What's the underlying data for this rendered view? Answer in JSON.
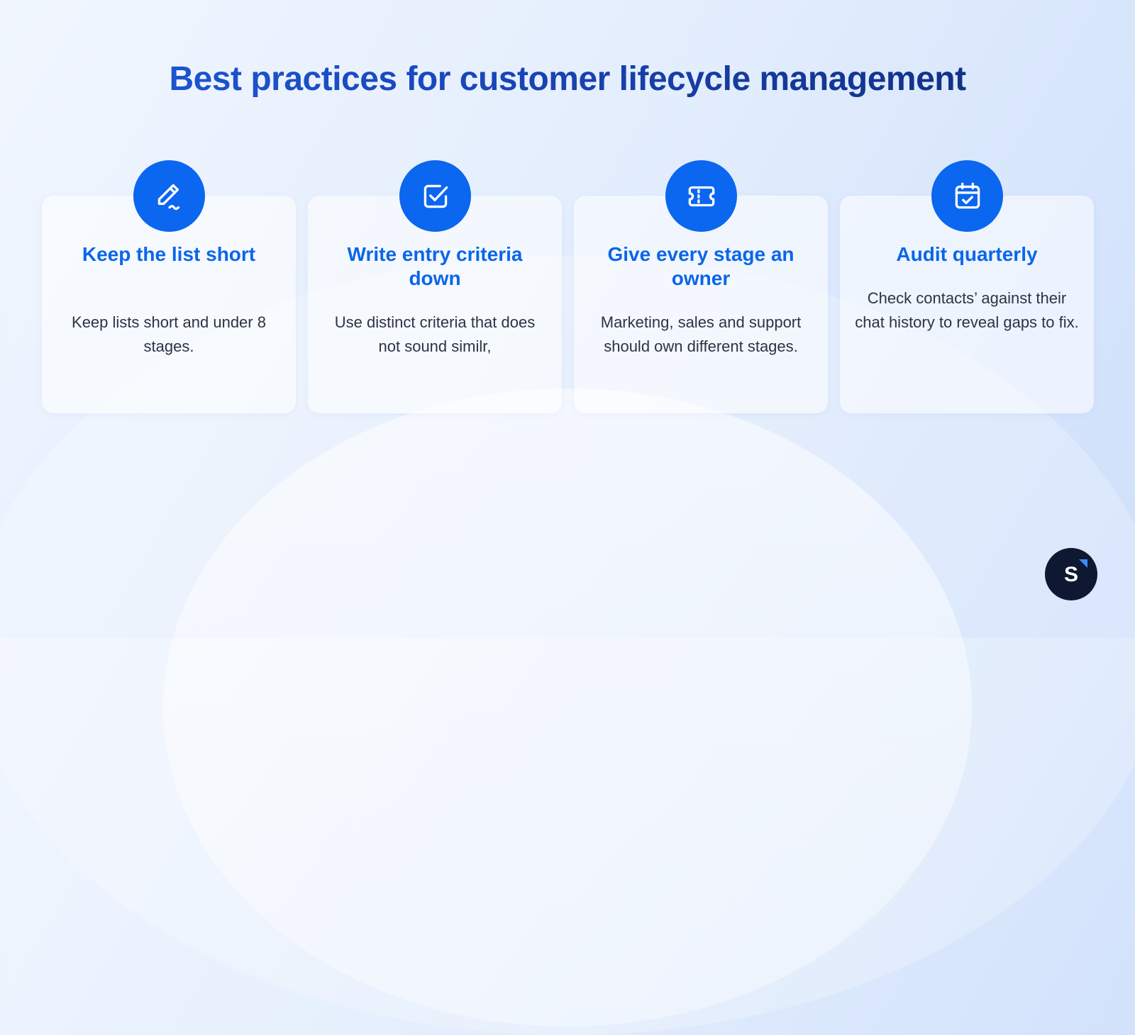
{
  "title": "Best practices for customer lifecycle management",
  "colors": {
    "accent": "#0b66f0",
    "title_start": "#1e5cd8",
    "title_end": "#0f2a73",
    "card_title": "#0b66e8",
    "body_text": "#2c3344",
    "logo_bg": "#0e1830",
    "logo_accent": "#3b8cf5"
  },
  "cards": [
    {
      "icon": "pen-signature-icon",
      "title": "Keep the list short",
      "description": "Keep lists short and under 8 stages."
    },
    {
      "icon": "checkbox-icon",
      "title": "Write entry criteria down",
      "description": "Use distinct criteria that does not sound similr,"
    },
    {
      "icon": "ticket-icon",
      "title": "Give every stage an owner",
      "description": "Marketing, sales and support should own different stages."
    },
    {
      "icon": "calendar-check-icon",
      "title": "Audit quarterly",
      "description": "Check contacts’ against their chat history to reveal gaps to fix."
    }
  ],
  "logo": {
    "letter": "S"
  }
}
